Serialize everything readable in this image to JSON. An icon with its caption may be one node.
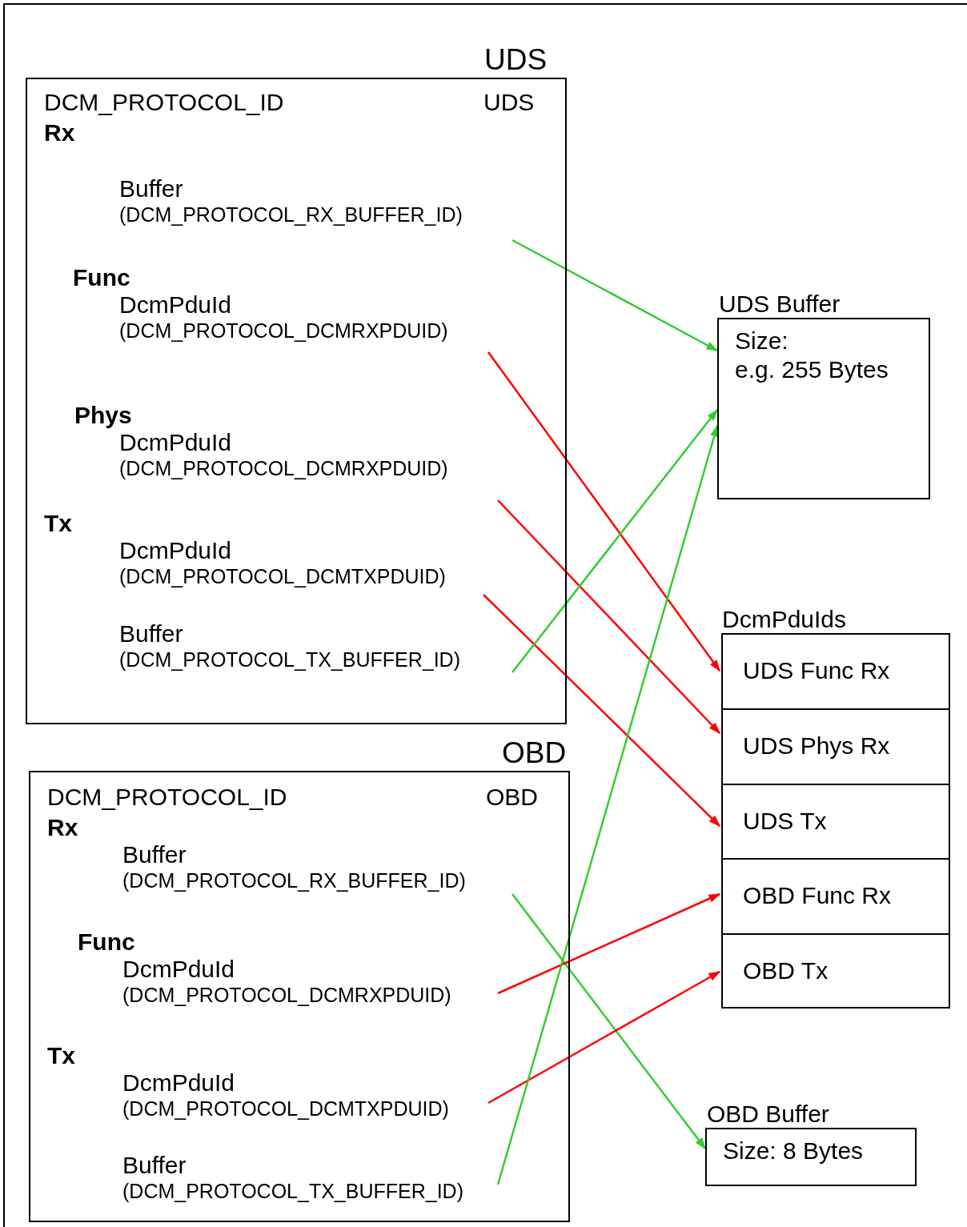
{
  "diagram": {
    "nodes": [
      {
        "text": [
          "UDS",
          "DCM_PROTOCOL_ID",
          "UDS",
          "Rx",
          "Func",
          "Phys",
          "Tx"
        ]
      },
      {
        "text": [
          "Buffer",
          "(DCM_PROTOCOL_RX_BUFFER_ID)"
        ],
        "in": 0
      },
      {
        "text": [
          "DcmPduId",
          "(DCM_PROTOCOL_DCMRXPDUID)"
        ],
        "in": 0
      },
      {
        "text": [
          "DcmPduId",
          "(DCM_PROTOCOL_DCMRXPDUID)"
        ],
        "in": 0
      },
      {
        "text": [
          "DcmPduId",
          "(DCM_PROTOCOL_DCMTXPDUID)"
        ],
        "in": 0
      },
      {
        "text": [
          "Buffer",
          "(DCM_PROTOCOL_TX_BUFFER_ID)"
        ],
        "in": 0
      },
      {
        "text": [
          "OBD",
          "DCM_PROTOCOL_ID",
          "OBD",
          "Rx",
          "Func",
          "Tx"
        ]
      },
      {
        "text": [
          "Buffer",
          "(DCM_PROTOCOL_RX_BUFFER_ID)"
        ],
        "in": 6
      },
      {
        "text": [
          "DcmPduId",
          "(DCM_PROTOCOL_DCMRXPDUID)"
        ],
        "in": 6
      },
      {
        "text": [
          "DcmPduId",
          "(DCM_PROTOCOL_DCMTXPDUID)"
        ],
        "in": 6
      },
      {
        "text": [
          "Buffer",
          "(DCM_PROTOCOL_TX_BUFFER_ID)"
        ],
        "in": 6
      },
      {
        "text": [
          "UDS Buffer",
          "Size:",
          "e.g. 255 Bytes"
        ]
      },
      {
        "text": [
          "DcmPduIds"
        ]
      },
      {
        "text": [
          "UDS Func Rx"
        ],
        "in": 12
      },
      {
        "text": [
          "UDS Phys Rx"
        ],
        "in": 12
      },
      {
        "text": [
          "UDS Tx"
        ],
        "in": 12
      },
      {
        "text": [
          "OBD Func Rx"
        ],
        "in": 12
      },
      {
        "text": [
          "OBD Tx"
        ],
        "in": 12
      },
      {
        "text": [
          "OBD Buffer",
          "Size: 8 Bytes"
        ]
      }
    ],
    "edges": [
      {
        "from": 1,
        "to": 11,
        "arrow": "to",
        "color": "#33cc33"
      },
      {
        "from": 2,
        "to": 13,
        "arrow": "to"
      },
      {
        "from": 3,
        "to": 14,
        "arrow": "to"
      },
      {
        "from": 4,
        "to": 15,
        "arrow": "to"
      },
      {
        "from": 5,
        "to": 11,
        "arrow": "to",
        "color": "#33cc33"
      },
      {
        "from": 7,
        "to": 18,
        "arrow": "to",
        "color": "#33cc33"
      },
      {
        "from": 8,
        "to": 16,
        "arrow": "to"
      },
      {
        "from": 9,
        "to": 17,
        "arrow": "to"
      },
      {
        "from": 10,
        "to": 11,
        "arrow": "to",
        "color": "#33cc33"
      }
    ]
  }
}
